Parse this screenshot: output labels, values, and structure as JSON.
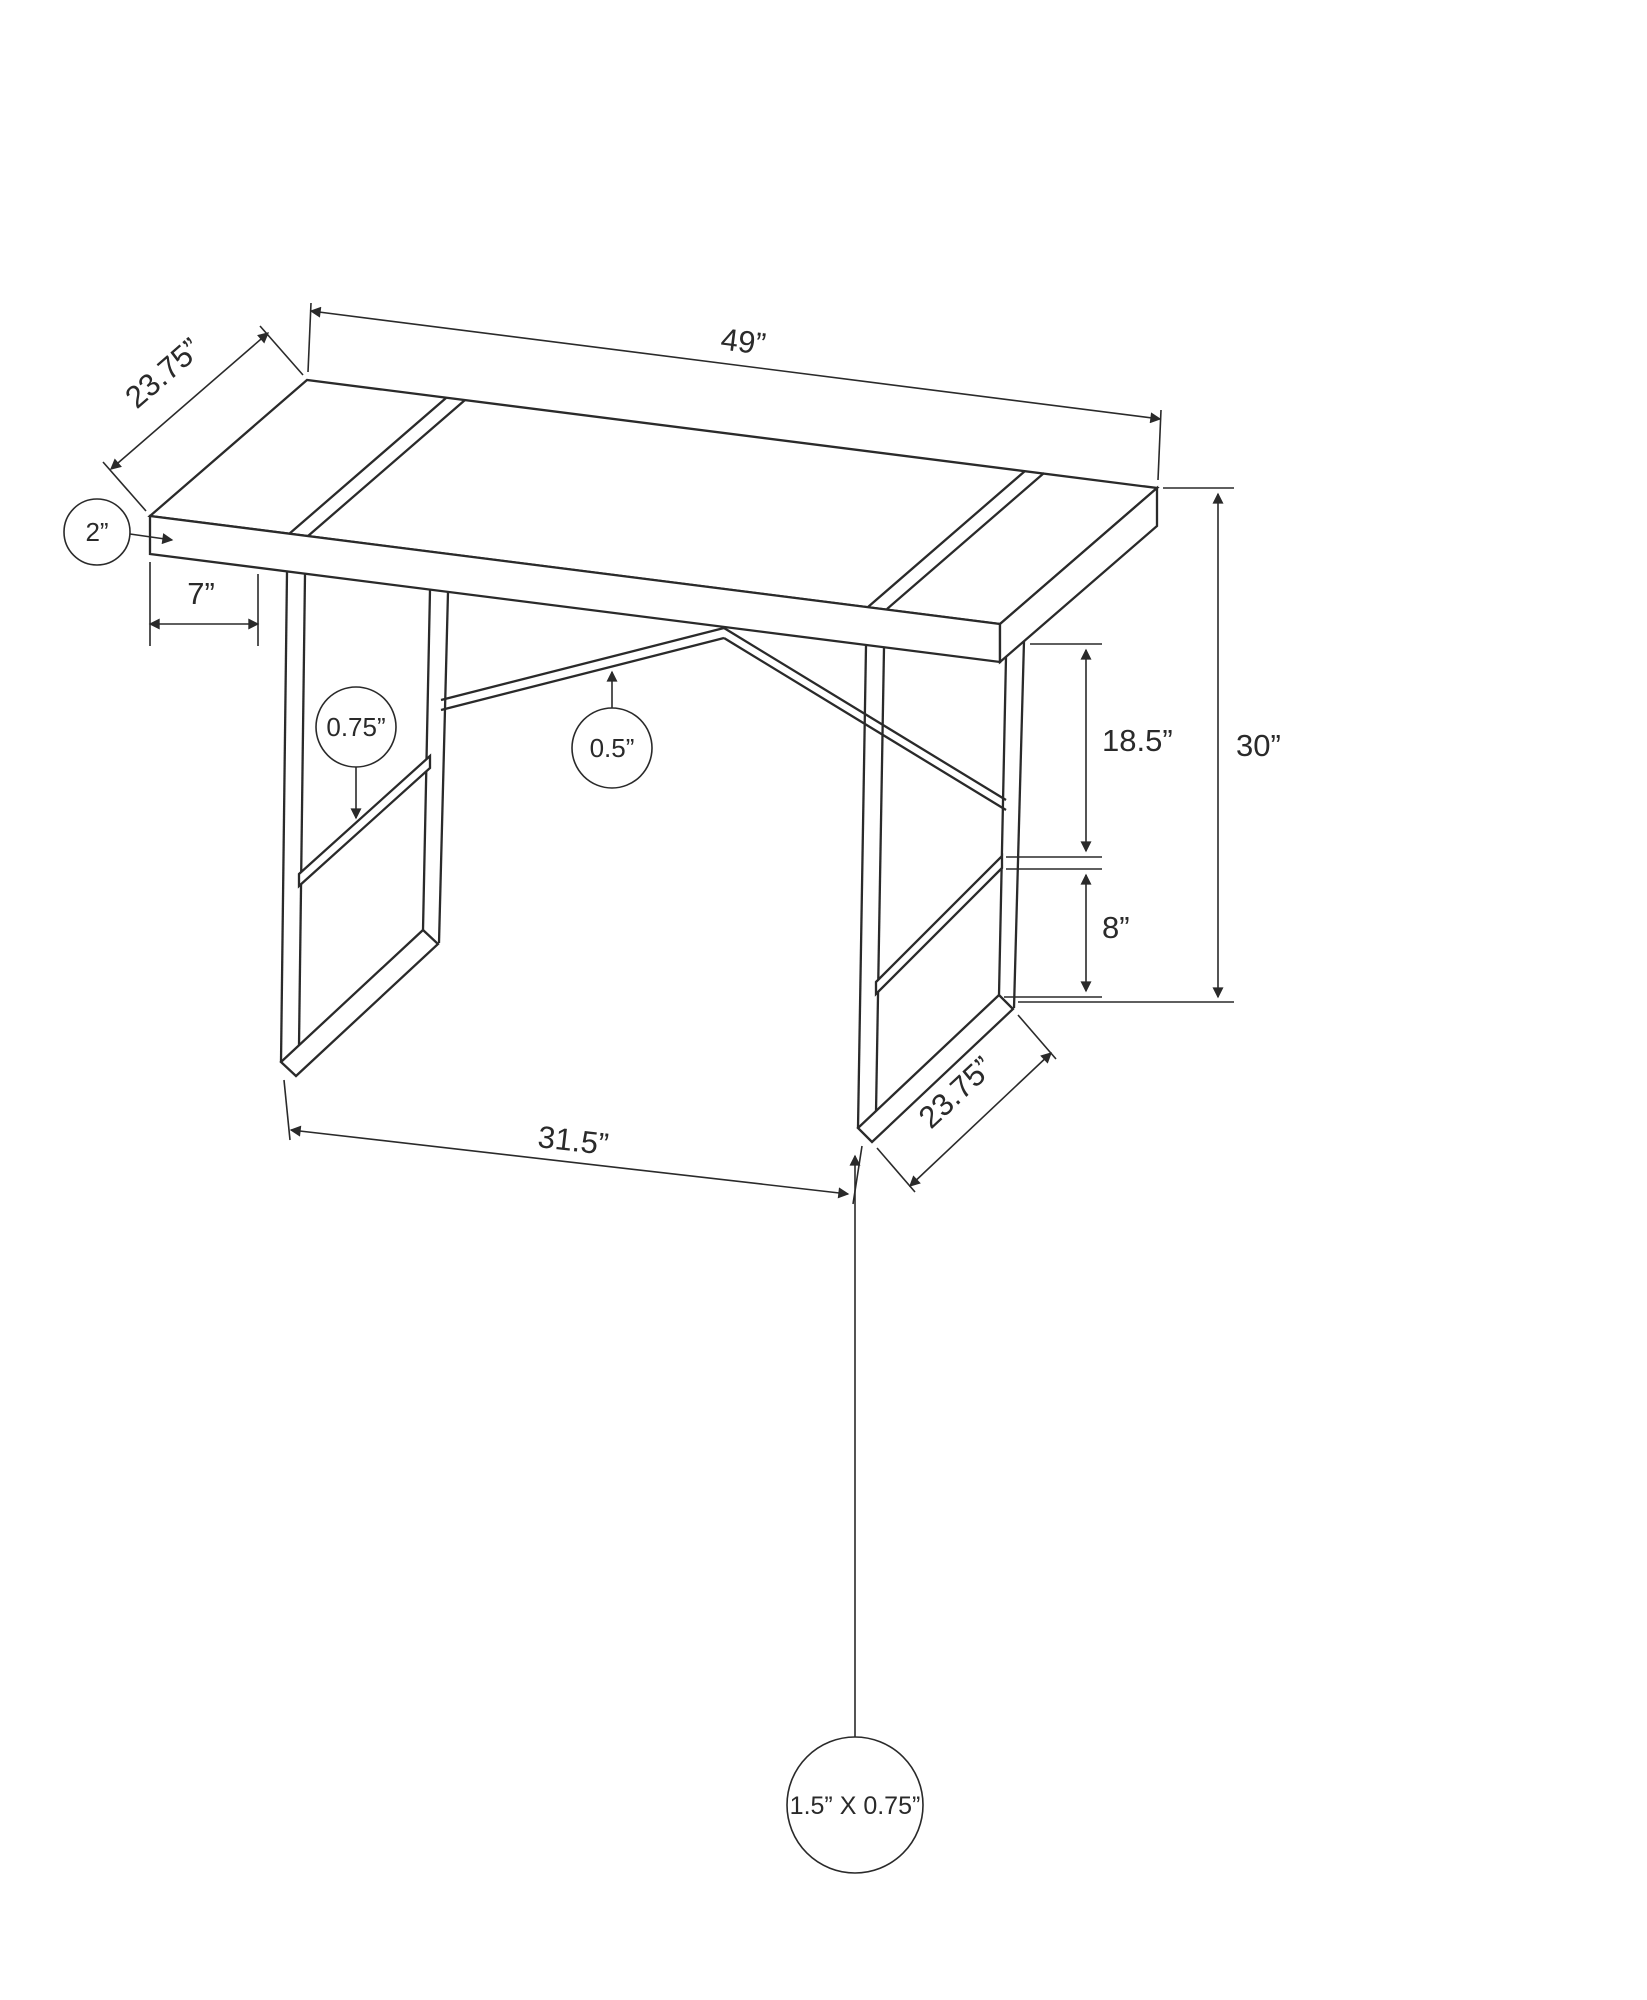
{
  "diagram": {
    "type": "furniture-dimension-drawing",
    "subject": "computer desk line drawing with dimension callouts",
    "units": "inches",
    "ink_color": "#2a2a2a",
    "background_color": "#ffffff",
    "labels": {
      "top_length": "49”",
      "top_depth": "23.75”",
      "top_thickness": "2”",
      "end_overhang": "7”",
      "crossbar_thickness": "0.75”",
      "brace_thickness": "0.5”",
      "top_to_crossbar": "18.5”",
      "overall_height": "30”",
      "crossbar_to_floor": "8”",
      "leg_clearance": "31.5”",
      "leg_depth": "23.75”",
      "tube_profile": "1.5” X 0.75”"
    }
  }
}
